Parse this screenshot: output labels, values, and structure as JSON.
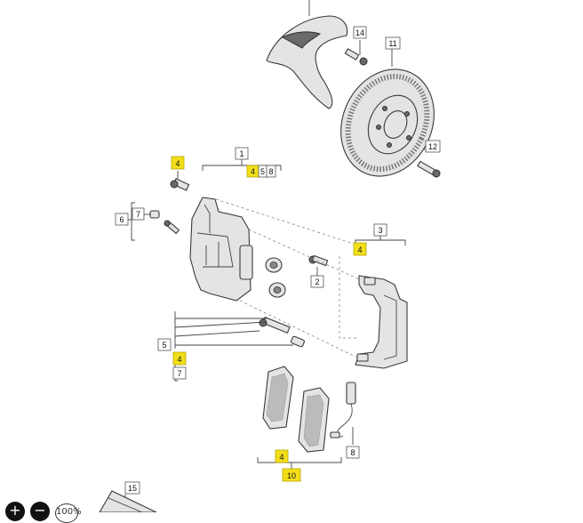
{
  "diagram": {
    "callouts": {
      "c1": "1",
      "c2": "2",
      "c3": "3",
      "c4_top": "4",
      "c4_sub": "4",
      "c5_sub": "5",
      "c8_sub": "8",
      "c4_carrier": "4",
      "c5": "5",
      "c4_left": "4",
      "c7_left": "7",
      "c6": "6",
      "c7": "7",
      "c4_pads": "4",
      "c8": "8",
      "c10": "10",
      "c11": "11",
      "c12": "12",
      "c14": "14",
      "c15": "15"
    }
  },
  "toolbar": {
    "zoom_in_glyph": "+",
    "zoom_out_glyph": "−",
    "zoom_level": "100%"
  }
}
